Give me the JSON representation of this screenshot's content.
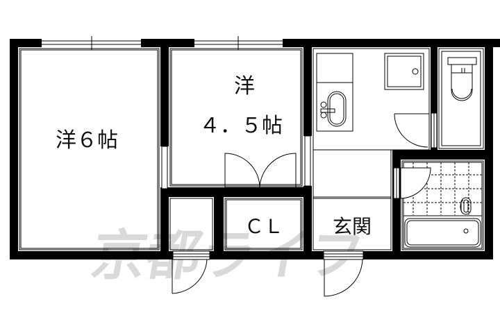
{
  "floorplan": {
    "rooms": [
      {
        "id": "western-room-6",
        "label": "洋６帖"
      },
      {
        "id": "western-room-4-5-top",
        "label": "洋"
      },
      {
        "id": "western-room-4-5-bottom",
        "label": "４．５帖"
      },
      {
        "id": "closet",
        "label": "ＣＬ"
      },
      {
        "id": "entrance",
        "label": "玄関"
      }
    ],
    "watermark": "京都ライフ",
    "colors": {
      "wall": "#000000",
      "background": "#ffffff",
      "watermark": "#d9d9d9"
    }
  }
}
